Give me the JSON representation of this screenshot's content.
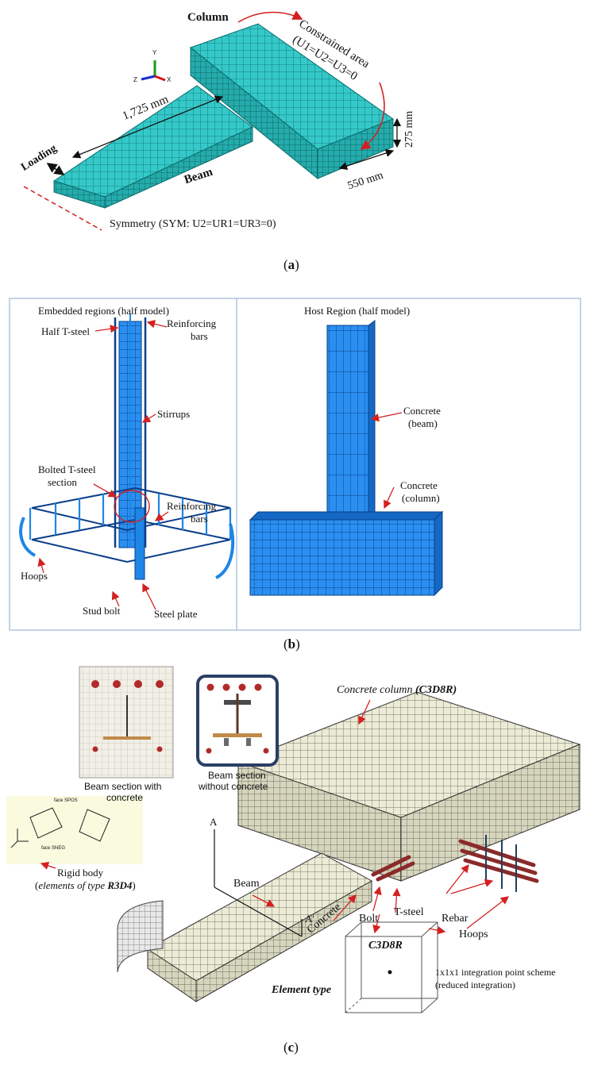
{
  "panel_a": {
    "column": "Column",
    "constrained_line1": "Constrained area",
    "constrained_line2": "(U1=U2=U3=0",
    "dim_1725": "1,725 mm",
    "dim_275": "275 mm",
    "dim_550": "550 mm",
    "loading": "Loading",
    "beam": "Beam",
    "symmetry": "Symmetry (SYM: U2=UR1=UR3=0)",
    "axis_y": "Y",
    "axis_z": "Z",
    "axis_x": "X",
    "caption_open": "(",
    "caption_letter": "a",
    "caption_close": ")"
  },
  "panel_b": {
    "left_title": "Embedded regions (half model)",
    "right_title": "Host Region (half model)",
    "half_tsteel": "Half T-steel",
    "reinforcing_bars_top_1": "Reinforcing",
    "reinforcing_bars_top_2": "bars",
    "stirrups": "Stirrups",
    "bolted_1": "Bolted T-steel",
    "bolted_2": "section",
    "reinforcing_bars_mid_1": "Reinforcing",
    "reinforcing_bars_mid_2": "bars",
    "hoops": "Hoops",
    "stud_bolt": "Stud bolt",
    "steel_plate": "Steel plate",
    "concrete_beam_1": "Concrete",
    "concrete_beam_2": "(beam)",
    "concrete_column_1": "Concrete",
    "concrete_column_2": "(column)",
    "caption_letter": "b"
  },
  "panel_c": {
    "concrete_column_a": "Concrete  column ",
    "concrete_column_b": "(C3D8R)",
    "beam_section_with_1": "Beam section with",
    "beam_section_with_2": "concrete",
    "beam_section_without_1": "Beam section",
    "beam_section_without_2": "without concrete",
    "rigid_body_1": "Rigid body",
    "rigid_body_2a": "(",
    "rigid_body_2b": "elements of type ",
    "rigid_body_2c": "R3D4",
    "rigid_body_2d": ")",
    "face_spos": "face SPOS",
    "face_sneg": "face SNEG",
    "beam": "Beam",
    "section_a": "A",
    "section_a_prime": "A'",
    "bolt": "Bolt",
    "tsteel": "T-steel",
    "rebar": "Rebar",
    "hoops": "Hoops",
    "concrete": "Concrete",
    "c3d8r": "C3D8R",
    "element_type": "Element type",
    "integration_1": "1x1x1 integration point scheme",
    "integration_2": "(reduced integration)",
    "caption_letter": "c"
  },
  "colors": {
    "mesh_cyan": "#2ec4c4",
    "mesh_blue": "#1e86e6",
    "mesh_cream": "#ecebd6",
    "arrow_red": "#d42020",
    "rebar_red": "#8b2a2a"
  }
}
